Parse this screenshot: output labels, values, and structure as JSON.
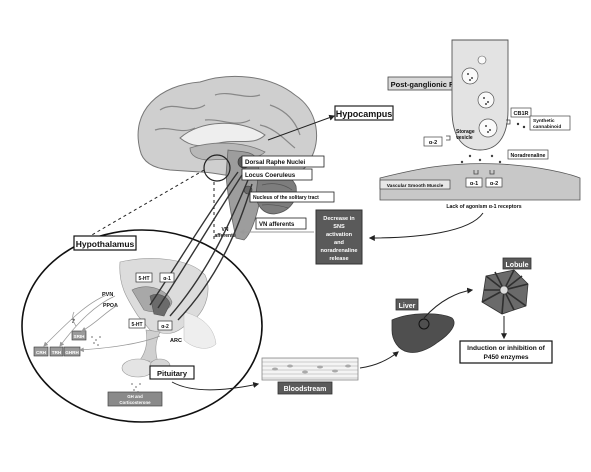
{
  "labels": {
    "hypocampus": "Hypocampus",
    "post_ganglionic": "Post-ganglionic Fibre",
    "storage_vesicle_1": "Storage",
    "storage_vesicle_2": "vesicle",
    "cb1r": "CB1R",
    "synthetic_cannabinoid_1": "Synthetic",
    "synthetic_cannabinoid_2": "cannabinoid",
    "alpha2_top": "α-2",
    "noradrenaline": "Noradrenaline",
    "vascular_smooth_muscle": "Vascular Smooth Muscle",
    "alpha1": "α-1",
    "alpha2_bottom": "α-2",
    "lack_agonism": "Lack of agonism α-1 receptors",
    "dorsal_raphe": "Dorsal Raphe Nuclei",
    "locus_coeruleus": "Locus Coeruleus",
    "nucleus_solitary": "Nucleus of the solitary tract",
    "vn_afferents": "VN afferents",
    "vn_afferents_small_1": "VN",
    "vn_afferents_small_2": "afferents",
    "decrease_1": "Decrease in",
    "decrease_2": "SNS",
    "decrease_3": "activation",
    "decrease_4": "and",
    "decrease_5": "noradrenaline",
    "decrease_6": "release",
    "hypothalamus": "Hypothalamus",
    "ht5_top": "5-HT",
    "a1_top": "α-1",
    "pvn": "PVN",
    "ppoa": "PPOA",
    "q_mark": "?",
    "srih": "SRIH",
    "crh": "CRH",
    "trh": "TRH",
    "ghrh": "GHRH",
    "ht5_mid": "5-HT",
    "a2_mid": "α-2",
    "arc": "ARC",
    "pituitary": "Pituitary",
    "gh_cort_1": "GH and",
    "gh_cort_2": "Corticosterone",
    "bloodstream": "Bloodstream",
    "liver": "Liver",
    "lobule": "Lobule",
    "induction_1": "Induction or inhibition of",
    "induction_2": "P450 enzymes"
  }
}
